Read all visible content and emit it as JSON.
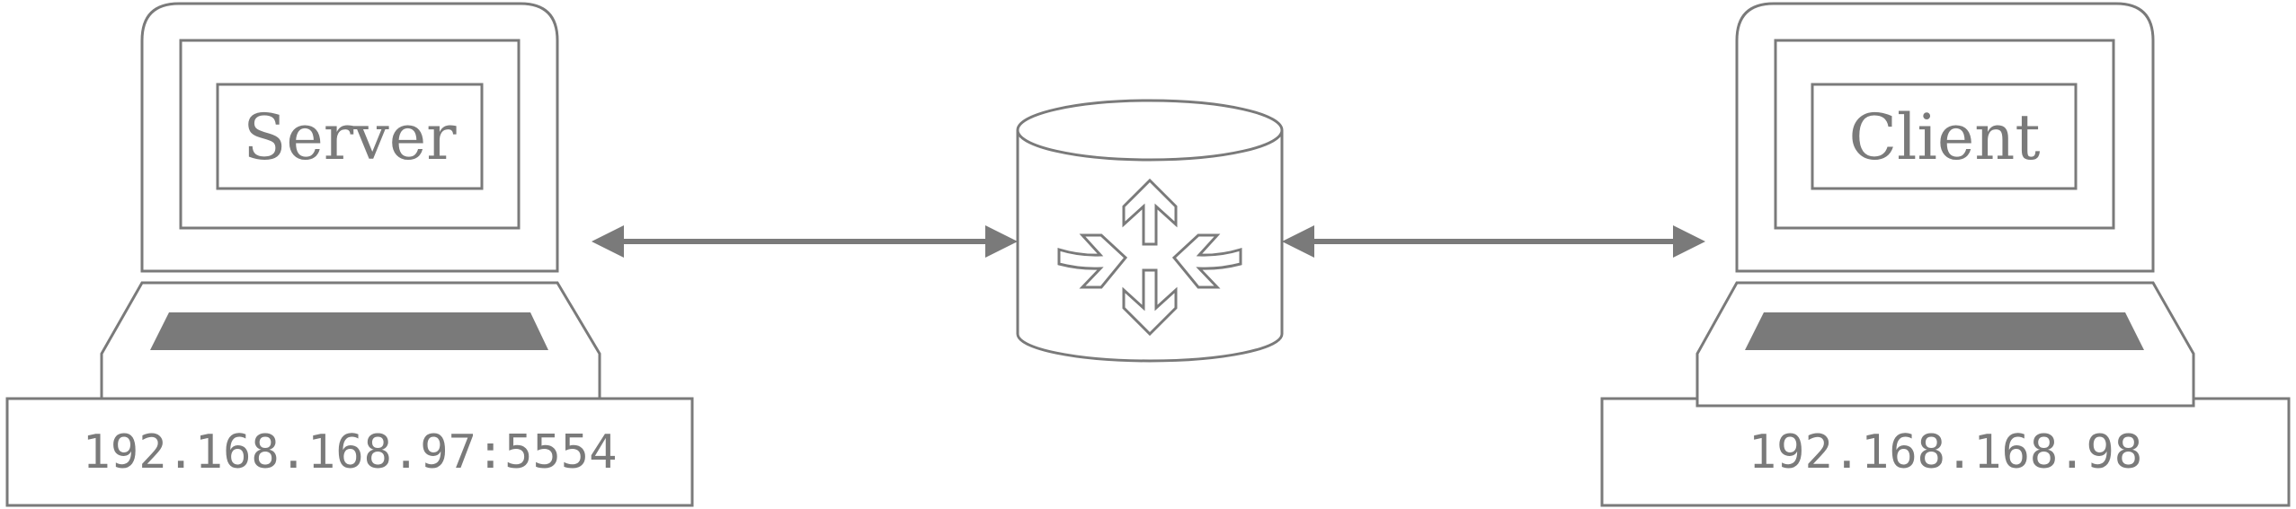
{
  "diagram": {
    "server": {
      "label": "Server",
      "address": "192.168.168.97:5554"
    },
    "client": {
      "label": "Client",
      "address": "192.168.168.98"
    },
    "router": {
      "icon": "router-icon"
    },
    "links": [
      {
        "from": "server",
        "to": "router",
        "direction": "bidirectional"
      },
      {
        "from": "router",
        "to": "client",
        "direction": "bidirectional"
      }
    ],
    "colors": {
      "stroke": "#7a7a7a",
      "background": "#ffffff"
    }
  }
}
